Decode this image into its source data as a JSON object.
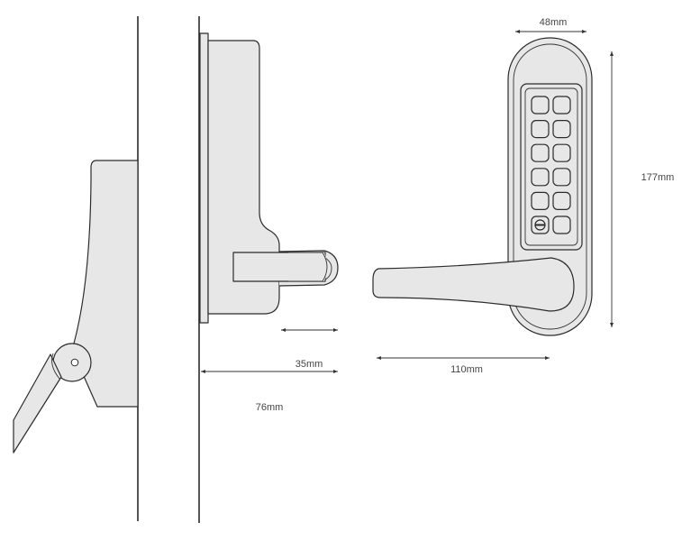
{
  "title": "Keypad lever lock dimension diagram",
  "dimensions": {
    "plate_width": "48mm",
    "plate_height": "177mm",
    "lever_length": "110mm",
    "lever_projection": "35mm",
    "total_projection": "76mm"
  },
  "keypad": {
    "rows": 6,
    "columns": 2
  },
  "colors": {
    "fill": "#e7e7e8",
    "stroke": "#2b2b2b",
    "text": "#444444"
  }
}
